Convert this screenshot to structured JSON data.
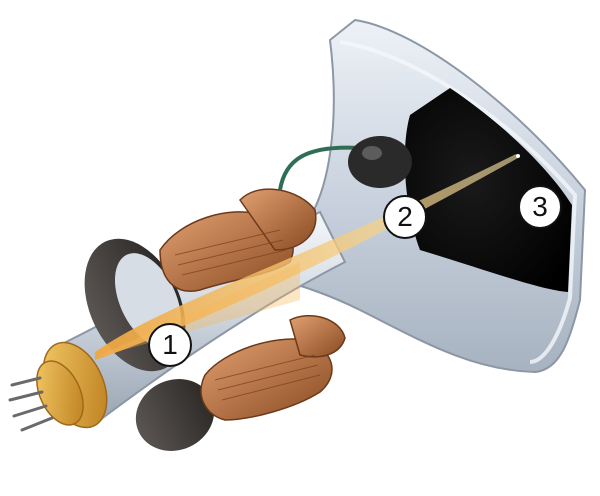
{
  "diagram": {
    "callouts": [
      {
        "label": "1"
      },
      {
        "label": "2"
      },
      {
        "label": "3"
      }
    ]
  },
  "colors": {
    "glass": "#cfd8e3",
    "glass_edge": "#8c97a6",
    "screen": "#000000",
    "copper": "#b8703a",
    "yoke": "#3a3633",
    "base_cap": "#e0a63a",
    "electron_beam": "#f3c25a",
    "anode_wire": "#2f6e54",
    "anode_cap": "#2a2a2a"
  },
  "icons": [
    "electron-gun-icon",
    "anode-connector-icon",
    "deflection-coil-icon",
    "focusing-yoke-icon",
    "base-pins-icon"
  ]
}
